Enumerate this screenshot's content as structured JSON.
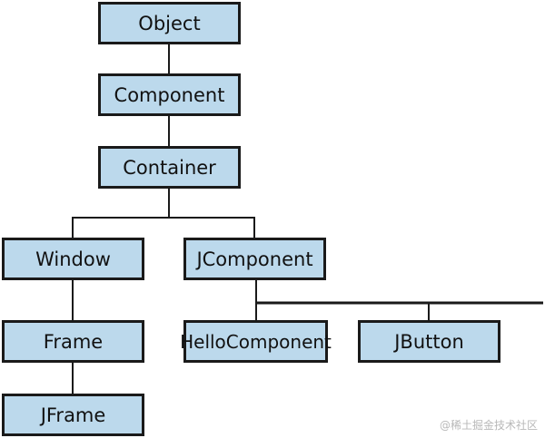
{
  "diagram": {
    "nodes": {
      "object": "Object",
      "component": "Component",
      "container": "Container",
      "window": "Window",
      "jcomponent": "JComponent",
      "frame": "Frame",
      "hellocomponent": "HelloComponent",
      "jbutton": "JButton",
      "jframe": "JFrame"
    },
    "edges": [
      [
        "Component",
        "Object"
      ],
      [
        "Container",
        "Component"
      ],
      [
        "Window",
        "Container"
      ],
      [
        "JComponent",
        "Container"
      ],
      [
        "Frame",
        "Window"
      ],
      [
        "JFrame",
        "Frame"
      ],
      [
        "HelloComponent",
        "JComponent"
      ],
      [
        "JButton",
        "JComponent"
      ]
    ],
    "colors": {
      "box_fill": "#bcd9ec",
      "box_border": "#1a1a1a",
      "connector": "#1a1a1a"
    }
  },
  "watermark": "@稀土掘金技术社区"
}
